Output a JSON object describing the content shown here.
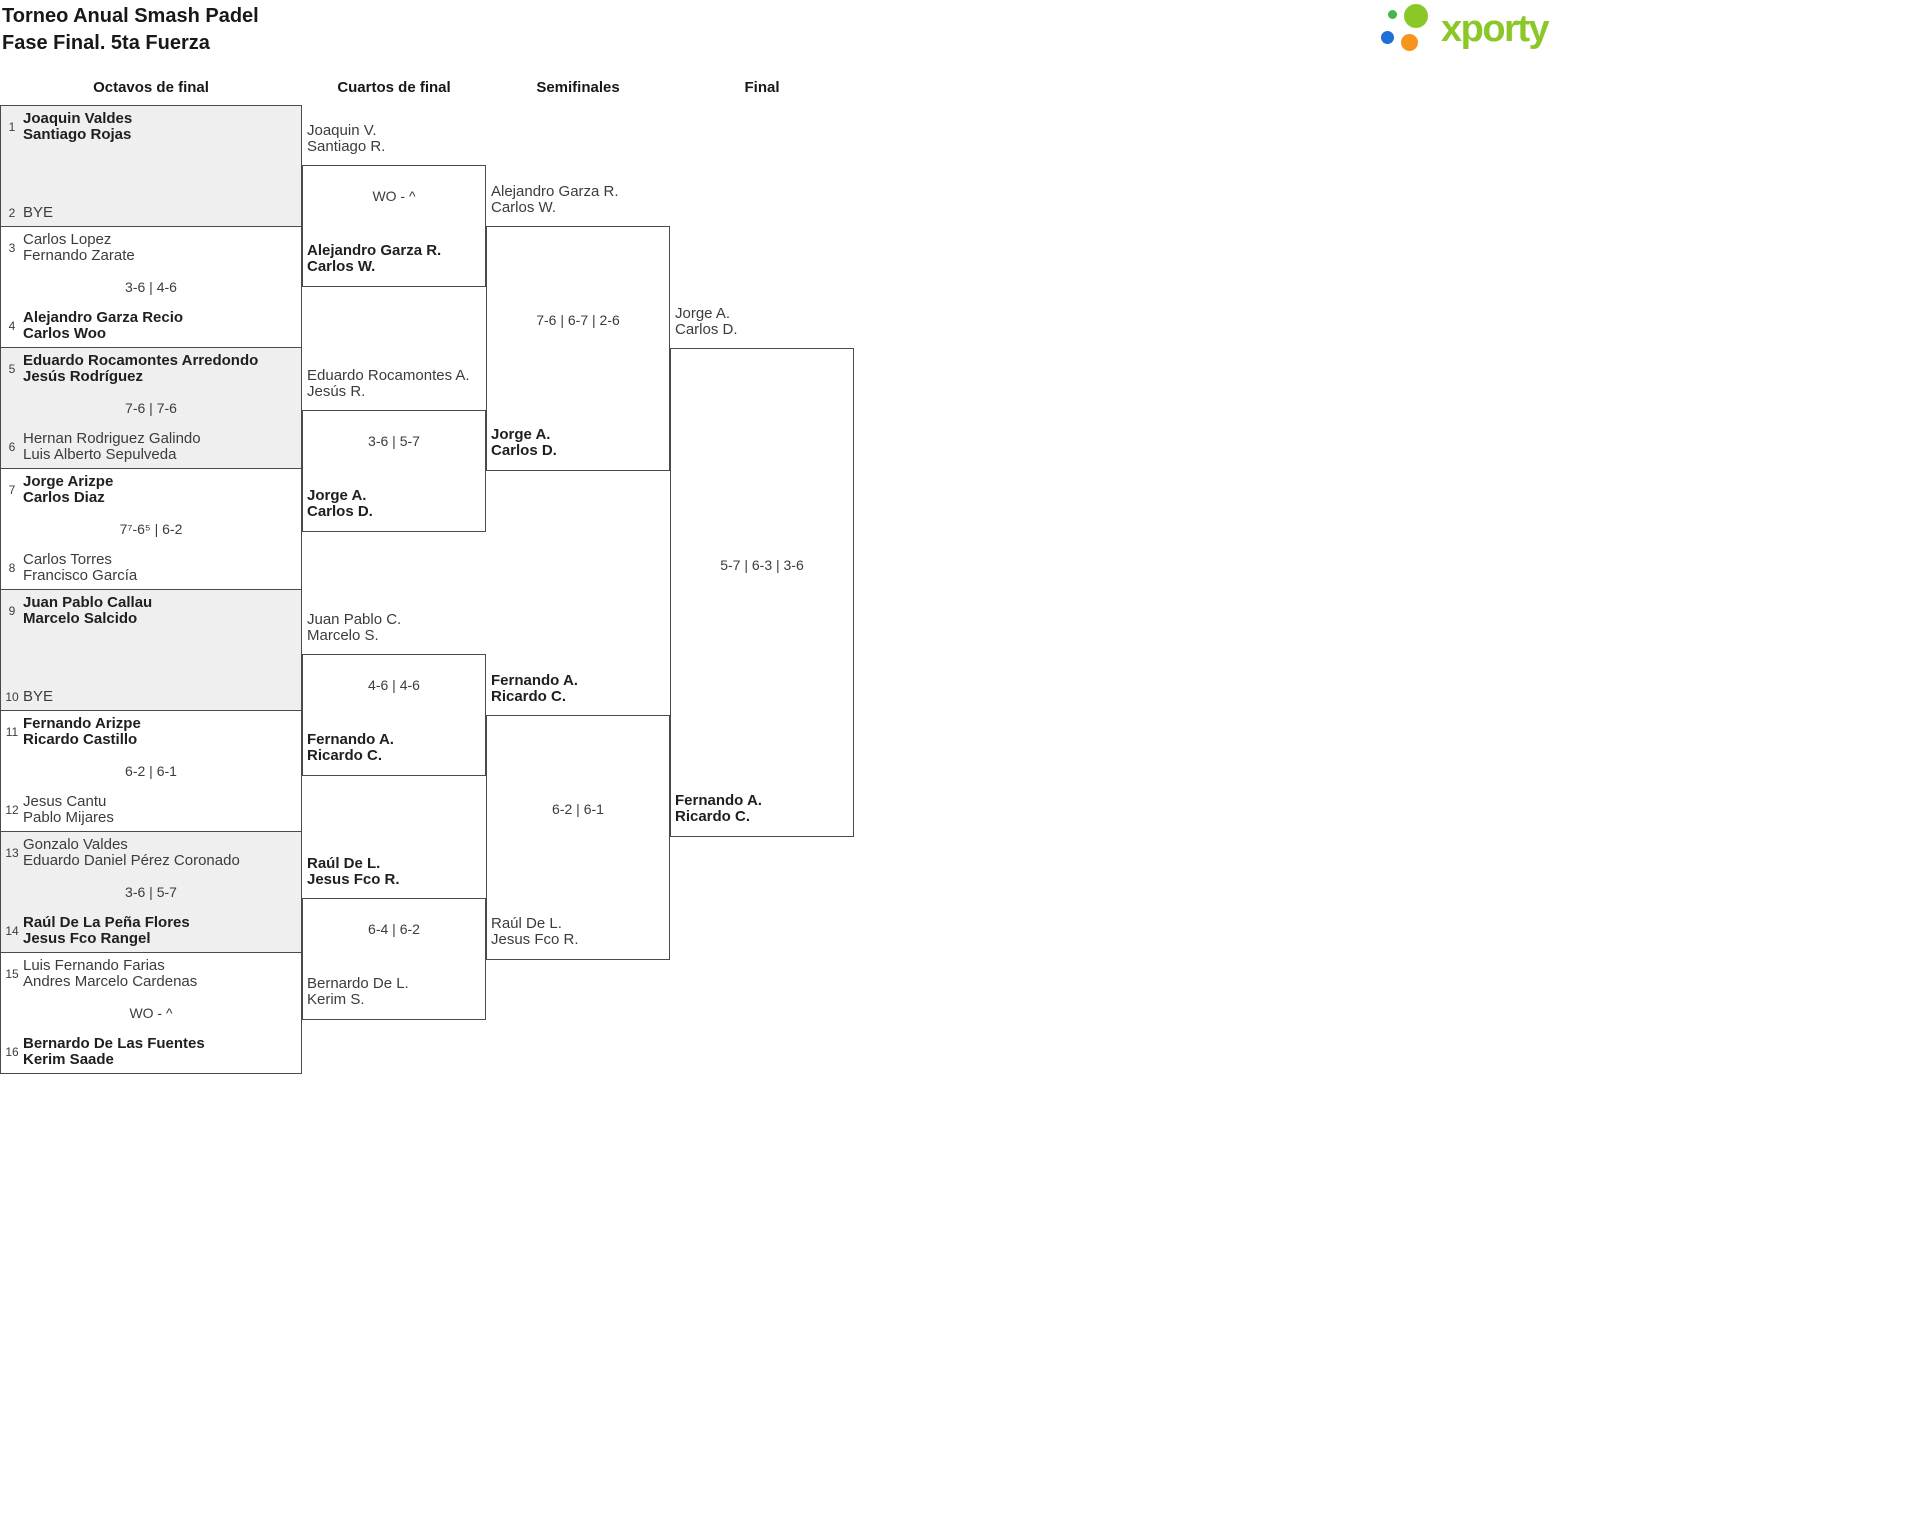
{
  "header": {
    "title_line1": "Torneo Anual Smash Padel",
    "title_line2": "Fase Final. 5ta Fuerza",
    "logo_text": "xporty"
  },
  "round_headers": {
    "r16": "Octavos de final",
    "qf": "Cuartos de final",
    "sf": "Semifinales",
    "f": "Final"
  },
  "r16": [
    {
      "seed_top": "1",
      "top1": "Joaquin Valdes",
      "top2": "Santiago Rojas",
      "top_winner": true,
      "score": "",
      "seed_bottom": "2",
      "bottom1": "BYE",
      "bottom2": "",
      "bottom_winner": false
    },
    {
      "seed_top": "3",
      "top1": "Carlos Lopez",
      "top2": "Fernando Zarate",
      "top_winner": false,
      "score": "3-6 | 4-6",
      "seed_bottom": "4",
      "bottom1": "Alejandro Garza Recio",
      "bottom2": "Carlos Woo",
      "bottom_winner": true
    },
    {
      "seed_top": "5",
      "top1": "Eduardo Rocamontes Arredondo",
      "top2": "Jesús Rodríguez",
      "top_winner": true,
      "score": "7-6 | 7-6",
      "seed_bottom": "6",
      "bottom1": "Hernan Rodriguez Galindo",
      "bottom2": "Luis Alberto Sepulveda",
      "bottom_winner": false
    },
    {
      "seed_top": "7",
      "top1": "Jorge Arizpe",
      "top2": "Carlos Diaz",
      "top_winner": true,
      "score": "7⁷-6⁵ | 6-2",
      "seed_bottom": "8",
      "bottom1": "Carlos Torres",
      "bottom2": "Francisco García",
      "bottom_winner": false
    },
    {
      "seed_top": "9",
      "top1": "Juan Pablo Callau",
      "top2": "Marcelo Salcido",
      "top_winner": true,
      "score": "",
      "seed_bottom": "10",
      "bottom1": "BYE",
      "bottom2": "",
      "bottom_winner": false
    },
    {
      "seed_top": "11",
      "top1": "Fernando Arizpe",
      "top2": "Ricardo Castillo",
      "top_winner": true,
      "score": "6-2 | 6-1",
      "seed_bottom": "12",
      "bottom1": "Jesus Cantu",
      "bottom2": "Pablo Mijares",
      "bottom_winner": false
    },
    {
      "seed_top": "13",
      "top1": "Gonzalo Valdes",
      "top2": "Eduardo Daniel Pérez Coronado",
      "top_winner": false,
      "score": "3-6 | 5-7",
      "seed_bottom": "14",
      "bottom1": "Raúl De La Peña Flores",
      "bottom2": "Jesus Fco Rangel",
      "bottom_winner": true
    },
    {
      "seed_top": "15",
      "top1": "Luis Fernando Farias",
      "top2": "Andres Marcelo Cardenas",
      "top_winner": false,
      "score": "WO - ^",
      "seed_bottom": "16",
      "bottom1": "Bernardo De Las Fuentes",
      "bottom2": "Kerim Saade",
      "bottom_winner": true
    }
  ],
  "qf": [
    {
      "top1": "Joaquin V.",
      "top2": "Santiago R.",
      "top_winner": false,
      "score": "WO - ^",
      "bottom1": "Alejandro Garza R.",
      "bottom2": "Carlos W.",
      "bottom_winner": true
    },
    {
      "top1": "Eduardo Rocamontes A.",
      "top2": "Jesús R.",
      "top_winner": false,
      "score": "3-6 | 5-7",
      "bottom1": "Jorge A.",
      "bottom2": "Carlos D.",
      "bottom_winner": true
    },
    {
      "top1": "Juan Pablo C.",
      "top2": "Marcelo S.",
      "top_winner": false,
      "score": "4-6 | 4-6",
      "bottom1": "Fernando A.",
      "bottom2": "Ricardo C.",
      "bottom_winner": true
    },
    {
      "top1": "Raúl De L.",
      "top2": "Jesus Fco R.",
      "top_winner": true,
      "score": "6-4 | 6-2",
      "bottom1": "Bernardo De L.",
      "bottom2": "Kerim S.",
      "bottom_winner": false
    }
  ],
  "sf": [
    {
      "top1": "Alejandro Garza R.",
      "top2": "Carlos W.",
      "top_winner": false,
      "score": "7-6 | 6-7 | 2-6",
      "bottom1": "Jorge A.",
      "bottom2": "Carlos D.",
      "bottom_winner": true
    },
    {
      "top1": "Fernando A.",
      "top2": "Ricardo C.",
      "top_winner": true,
      "score": "6-2 | 6-1",
      "bottom1": "Raúl De L.",
      "bottom2": "Jesus Fco R.",
      "bottom_winner": false
    }
  ],
  "final": {
    "top1": "Jorge A.",
    "top2": "Carlos D.",
    "top_winner": false,
    "score": "5-7 | 6-3 | 3-6",
    "bottom1": "Fernando A.",
    "bottom2": "Ricardo C.",
    "bottom_winner": true
  },
  "colors": {
    "brand_green": "#8bc727",
    "accent_blue": "#1d70d6",
    "accent_orange": "#f7941d",
    "shaded_row": "#efefef",
    "bracket_line": "#4a4a4a"
  }
}
